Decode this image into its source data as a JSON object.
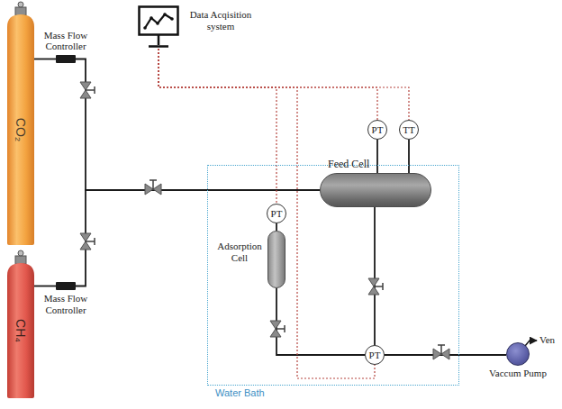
{
  "diagram": {
    "nodes": [
      {
        "text": [
          "Data Acqisition system"
        ]
      },
      {
        "text": [
          "Mass Flow Controller"
        ]
      },
      {
        "text": [
          "CO₂"
        ]
      },
      {
        "text": [
          "Water Bath"
        ]
      },
      {
        "text": [
          "PT"
        ],
        "in": 3
      },
      {
        "text": [
          "TT"
        ],
        "in": 3
      },
      {
        "text": [
          "Feed Cell"
        ],
        "in": 3
      },
      {
        "text": [
          "PT"
        ],
        "in": 3
      },
      {
        "text": [
          "Adsorption Cell"
        ],
        "in": 3
      },
      {
        "text": [
          "PT"
        ],
        "in": 3
      },
      {
        "text": [
          "Mass Flow Controller"
        ]
      },
      {
        "text": [
          "CH₄"
        ]
      },
      {
        "text": [
          "Vaccum Pump"
        ]
      }
    ],
    "edges": [
      {
        "from": 2,
        "to": 1,
        "arrow": "none"
      },
      {
        "from": 1,
        "to": 6,
        "arrow": "none"
      },
      {
        "from": 11,
        "to": 10,
        "arrow": "none"
      },
      {
        "from": 10,
        "to": 6,
        "arrow": "none"
      },
      {
        "from": 4,
        "to": 6,
        "arrow": "none"
      },
      {
        "from": 5,
        "to": 6,
        "arrow": "none"
      },
      {
        "from": 7,
        "to": 8,
        "arrow": "none"
      },
      {
        "from": 6,
        "to": 9,
        "arrow": "none"
      },
      {
        "from": 8,
        "to": 9,
        "arrow": "none"
      },
      {
        "from": 9,
        "to": 12,
        "arrow": "none"
      },
      {
        "from": 0,
        "to": 4,
        "arrow": "none"
      },
      {
        "from": 0,
        "to": 5,
        "arrow": "none"
      },
      {
        "from": 0,
        "to": 7,
        "arrow": "none"
      },
      {
        "from": 0,
        "to": 9,
        "arrow": "none"
      }
    ],
    "labels": [
      "Ven"
    ]
  }
}
